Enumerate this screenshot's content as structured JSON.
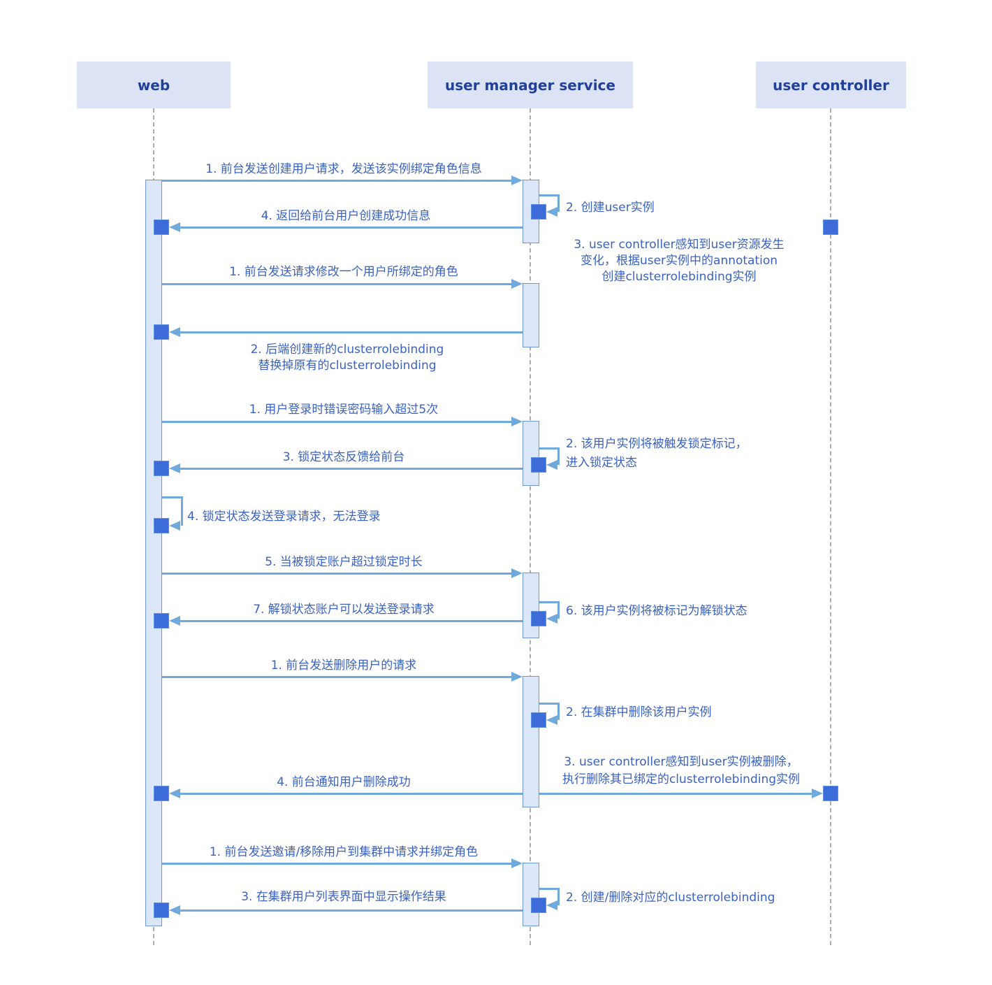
{
  "actors": {
    "web": "web",
    "ums": "user manager service",
    "uc": "user controller"
  },
  "colors": {
    "actor_box_bg": "#dbe3f5",
    "actor_text": "#21409a",
    "message_text": "#3a62c4",
    "arrow": "#70aadd",
    "activation_fill": "#dbe7f9",
    "activation_border": "#6f97d3",
    "execution_square": "#3c6cd7",
    "lifeline_dash": "#a9adb4"
  },
  "messages": {
    "create_user_request": "1. 前台发送创建用户请求，发送该实例绑定角色信息",
    "create_user_instance": "2. 创建user实例",
    "uc_watch_line1": "3. user controller感知到user资源发生",
    "uc_watch_line2": "变化，根据user实例中的annotation",
    "uc_watch_line3": "创建clusterrolebinding实例",
    "create_user_return": "4. 返回给前台用户创建成功信息",
    "modify_role_request": "1. 前台发送请求修改一个用户所绑定的角色",
    "modify_role_note_line1": "2. 后端创建新的clusterrolebinding",
    "modify_role_note_line2": "替换掉原有的clusterrolebinding",
    "wrong_password": "1. 用户登录时错误密码输入超过5次",
    "lock_mark_line1": "2. 该用户实例将被触发锁定标记，",
    "lock_mark_line2": "进入锁定状态",
    "lock_feedback": "3. 锁定状态反馈给前台",
    "locked_login_attempt": "4. 锁定状态发送登录请求，无法登录",
    "lock_timeout": "5. 当被锁定账户超过锁定时长",
    "unlock_mark": "6. 该用户实例将被标记为解锁状态",
    "unlock_login": "7. 解锁状态账户可以发送登录请求",
    "delete_user_request": "1. 前台发送删除用户的请求",
    "delete_user_instance": "2. 在集群中删除该用户实例",
    "uc_delete_line1": "3. user controller感知到user实例被删除，",
    "uc_delete_line2": "执行删除其已绑定的clusterrolebinding实例",
    "delete_user_return": "4. 前台通知用户删除成功",
    "invite_remove_request": "1. 前台发送邀请/移除用户到集群中请求并绑定角色",
    "crb_create_delete": "2. 创建/删除对应的clusterrolebinding",
    "show_result": "3. 在集群用户列表界面中显示操作结果"
  }
}
